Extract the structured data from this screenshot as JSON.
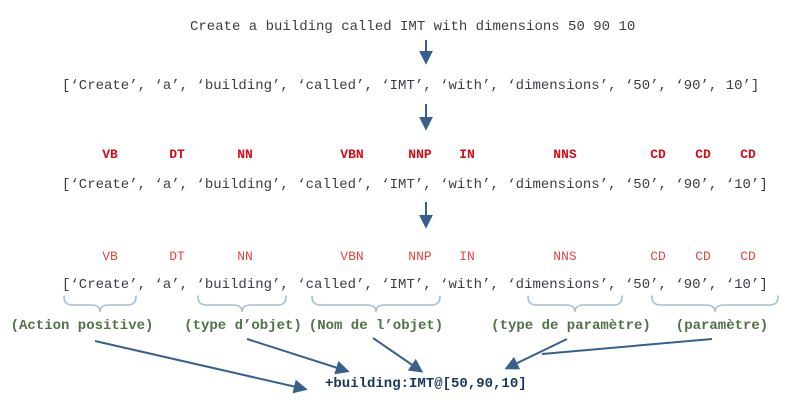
{
  "colors": {
    "body_text": "#3d3d46",
    "pos_tag_red": "#d40d18",
    "pos_tag_red_light": "#e84545",
    "arrow_blue": "#36618e",
    "brace_blue": "#a8bdd8",
    "label_green": "#4f7346",
    "result_navy": "#17365d"
  },
  "sentence": "Create a building called IMT with dimensions 50 90 10",
  "token_lists": {
    "first": "[‘Create’, ‘a’, ‘building’, ‘called’, ‘IMT’, ‘with’, ‘dimensions’, ‘50’, ‘90’, 10’]",
    "second": "[‘Create’, ‘a’, ‘building’, ‘called’, ‘IMT’, ‘with’, ‘dimensions’, ‘50’, ‘90’, ‘10’]",
    "third": "[‘Create’, ‘a’, ‘building’, ‘called’, ‘IMT’, ‘with’, ‘dimensions’, ‘50’, ‘90’, ‘10’]"
  },
  "pos_tags": {
    "row1": [
      "VB",
      "DT",
      "NN",
      "VBN",
      "NNP",
      "IN",
      "NNS",
      "CD",
      "CD",
      "CD"
    ],
    "row2": [
      "VB",
      "DT",
      "NN",
      "VBN",
      "NNP",
      "IN",
      "NNS",
      "CD",
      "CD",
      "CD"
    ]
  },
  "group_labels": [
    "(Action positive)",
    "(type d’objet)",
    "(Nom de l’objet)",
    "(type de paramètre)",
    "(paramètre)"
  ],
  "result": "+building:IMT@[50,90,10]"
}
